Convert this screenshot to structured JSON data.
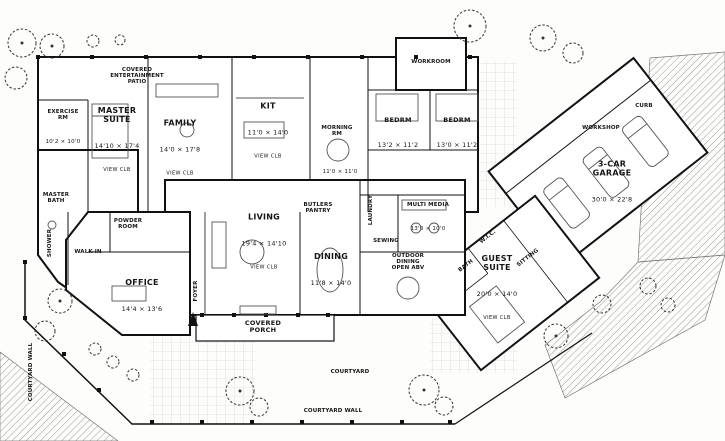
{
  "title": "House floor plan",
  "rooms": {
    "patio": {
      "name": "COVERED\nENTERTAINMENT\nPATIO"
    },
    "exercise": {
      "name": "EXERCISE\nRM",
      "dims": "10'2 × 10'0"
    },
    "master_suite": {
      "name": "MASTER\nSUITE",
      "dims": "14'10 × 17'4",
      "note": "VIEW CLB"
    },
    "family": {
      "name": "FAMILY",
      "dims": "14'0 × 17'8",
      "note": "VIEW CLB"
    },
    "kitchen": {
      "name": "KIT",
      "dims": "11'0 × 14'0",
      "note": "VIEW CLB"
    },
    "morning": {
      "name": "MORNING\nRM",
      "dims": "11'0 × 11'0"
    },
    "bedroom1": {
      "name": "BEDRM",
      "dims": "13'2 × 11'2"
    },
    "bedroom2": {
      "name": "BEDRM",
      "dims": "13'0 × 11'2"
    },
    "workroom": {
      "name": "WORKROOM"
    },
    "workshop": {
      "name": "WORKSHOP"
    },
    "curb": {
      "name": "CURB"
    },
    "garage": {
      "name": "3-CAR\nGARAGE",
      "dims": "30'0 × 22'8"
    },
    "living": {
      "name": "LIVING",
      "dims": "19'4 × 14'10",
      "note": "VIEW CLB"
    },
    "dining": {
      "name": "DINING",
      "dims": "11'8 × 14'0"
    },
    "office": {
      "name": "OFFICE",
      "dims": "14'4 × 13'6"
    },
    "foyer": {
      "name": "FOYER"
    },
    "porch": {
      "name": "COVERED\nPORCH"
    },
    "guest_suite": {
      "name": "GUEST\nSUITE",
      "dims": "20'0 × 14'0",
      "note": "VIEW CLB"
    },
    "multimedia": {
      "name": "MULTI MEDIA",
      "dims": "13'0 × 10'0"
    },
    "laundry": {
      "name": "LAUNDRY"
    },
    "butlers_pantry": {
      "name": "BUTLERS\nPANTRY"
    },
    "sewing": {
      "name": "SEWING"
    },
    "outdoor_dining": {
      "name": "OUTDOOR\nDINING\nOPEN ABV"
    },
    "sitting": {
      "name": "SITTING"
    },
    "guest_bath": {
      "name": "BATH"
    },
    "wic": {
      "name": "W.I.C."
    },
    "powder": {
      "name": "POWDER\nROOM"
    },
    "master_bath": {
      "name": "MASTER\nBATH"
    },
    "shower": {
      "name": "SHOWER"
    },
    "walk_in": {
      "name": "WALK-IN"
    },
    "courtyard": {
      "name": "COURTYARD"
    },
    "courtyard_wall": {
      "name": "COURTYARD WALL"
    }
  },
  "colors": {
    "wall": "#111111",
    "furniture": "#555555",
    "hatch": "#999999",
    "grid": "#cccccc",
    "tree": "#333333"
  }
}
